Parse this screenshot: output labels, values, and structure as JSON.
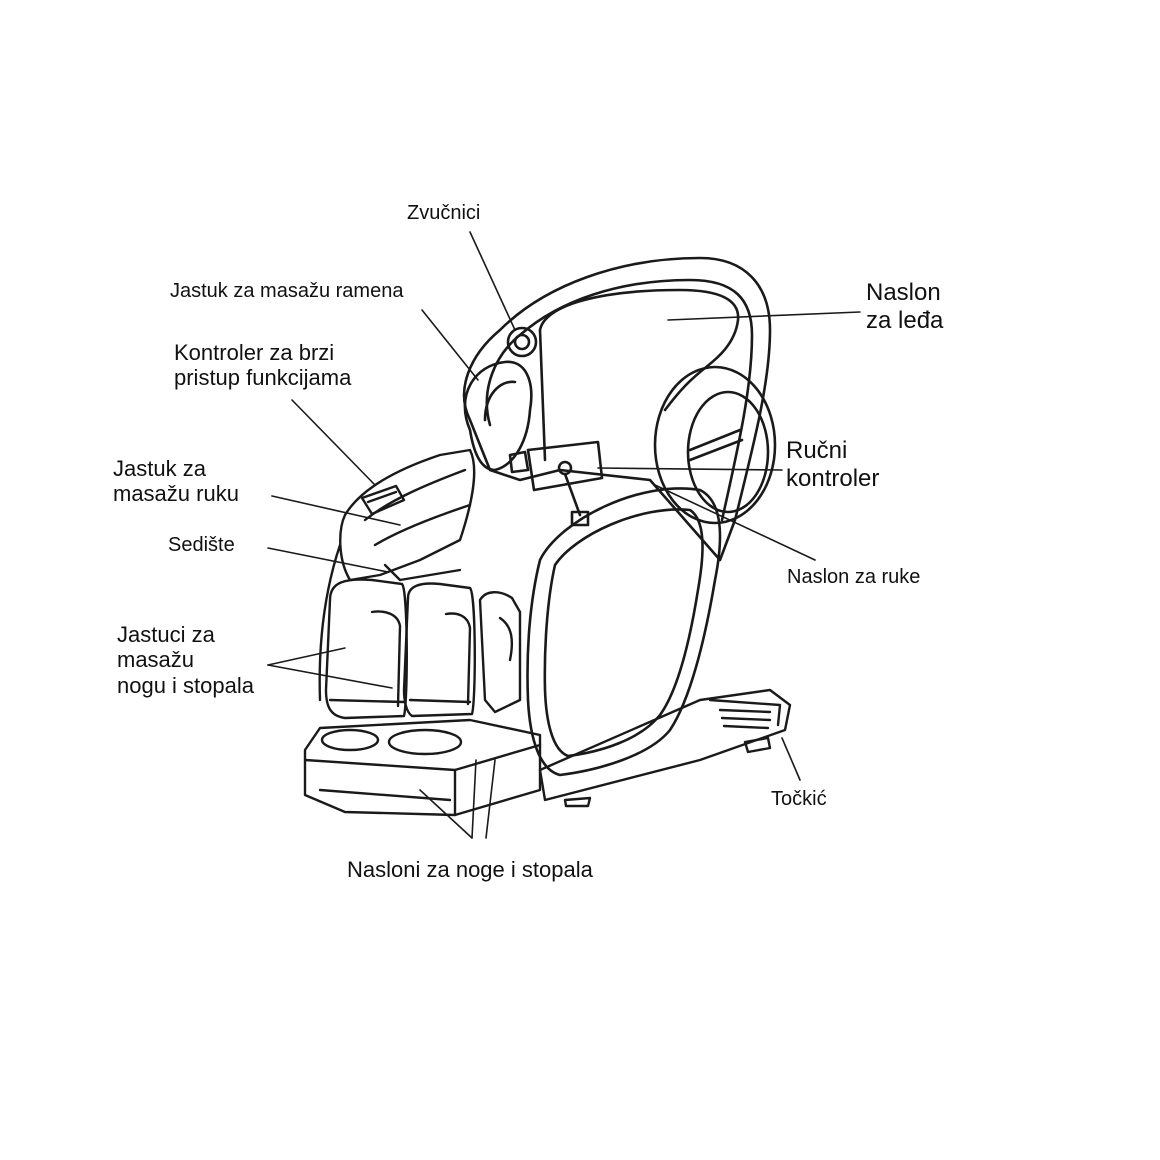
{
  "labels": {
    "zvucnici": "Zvučnici",
    "jastuk_ramena": "Jastuk za masažu ramena",
    "kontroler_brzi": "Kontroler za brzi\npristup funkcijama",
    "jastuk_ruku": "Jastuk za\nmasažu ruku",
    "sediste": "Sedište",
    "jastuci_nogu": "Jastuci za\nmasažu\nnogu i stopala",
    "naslon_leda": "Naslon\nza leđa",
    "rucni_kontroler": "Ručni\nkontroler",
    "naslon_ruke": "Naslon za ruke",
    "tockic": "Točkić",
    "nasloni_noge": "Nasloni za noge i stopala"
  },
  "colors": {
    "line": "#1a1a1a",
    "fill": "#ffffff"
  }
}
